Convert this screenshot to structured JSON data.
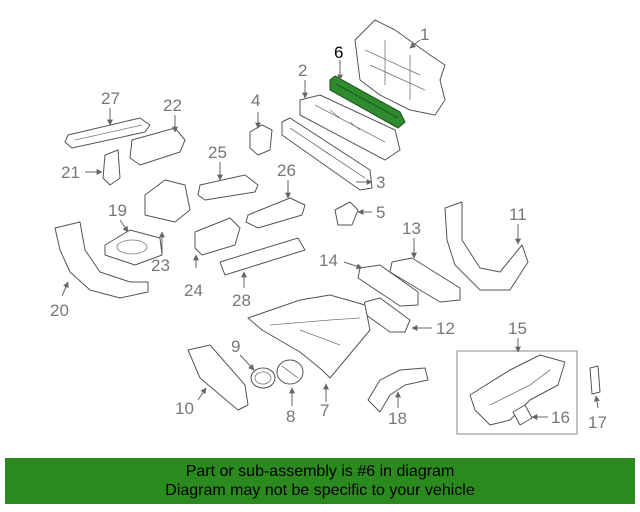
{
  "diagram": {
    "highlighted_part": "6",
    "labels": [
      "1",
      "2",
      "3",
      "5",
      "6",
      "4",
      "27",
      "22",
      "21",
      "25",
      "26",
      "19",
      "23",
      "24",
      "28",
      "20",
      "13",
      "11",
      "14",
      "12",
      "15",
      "9",
      "10",
      "8",
      "7",
      "18",
      "16",
      "17"
    ]
  },
  "footer": {
    "line1": "Part or sub-assembly is #6 in diagram",
    "line2": "Diagram may not be specific to your vehicle"
  },
  "colors": {
    "highlight_green": "#2e8b2e",
    "footer_green": "#2a8a1d"
  }
}
